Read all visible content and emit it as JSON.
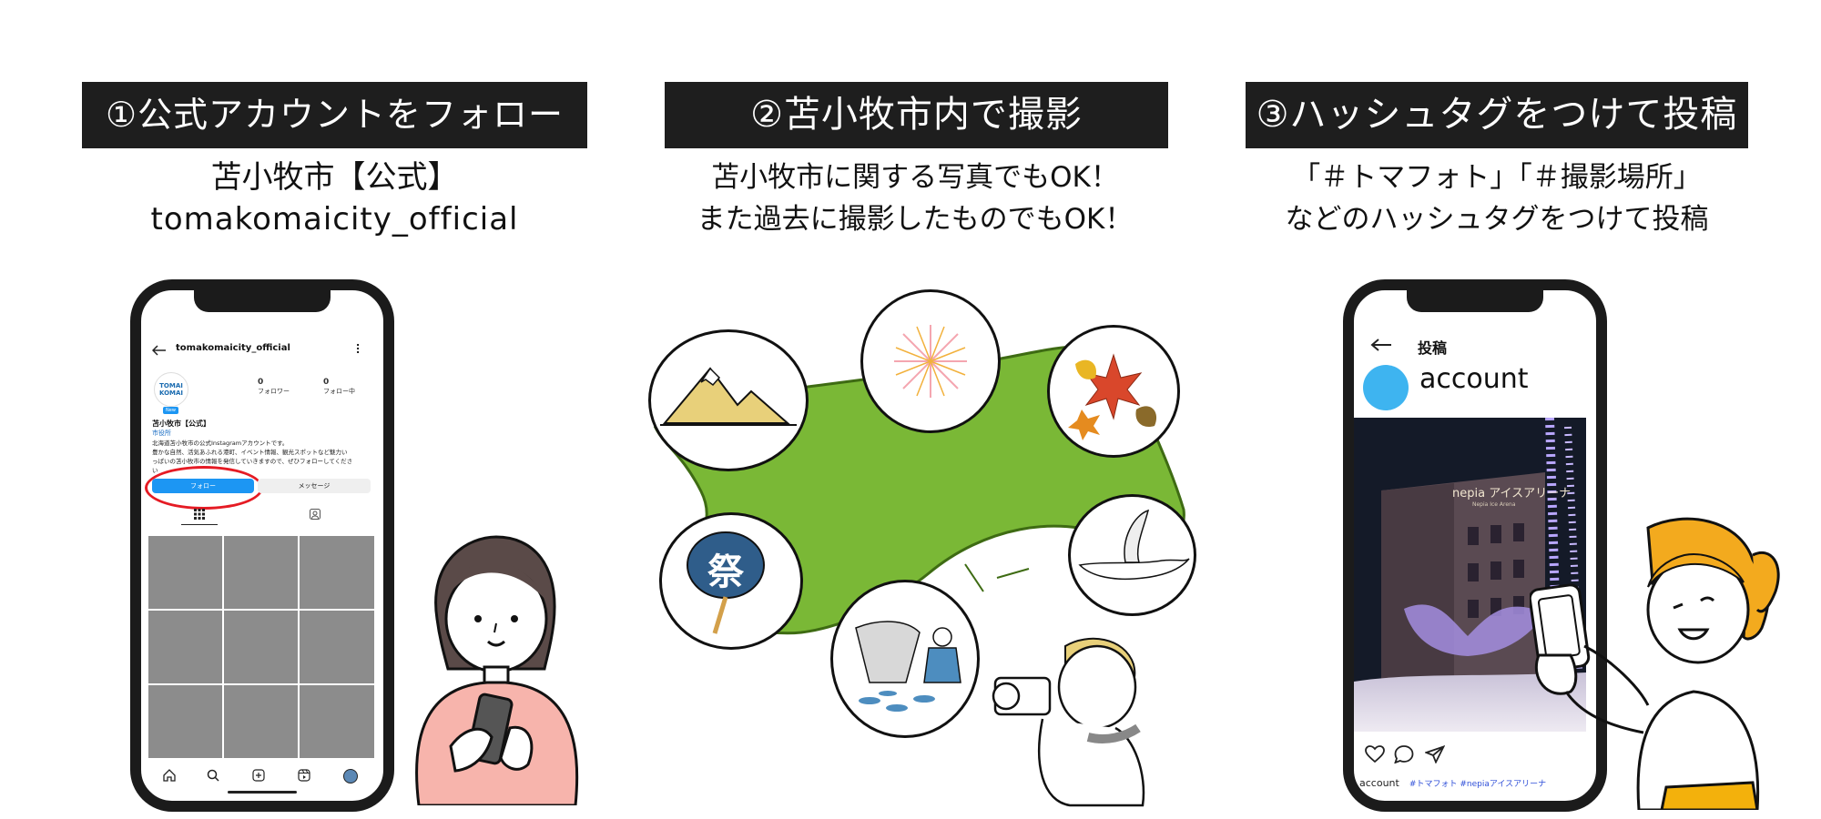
{
  "step1": {
    "banner": "①公式アカウントをフォロー",
    "caption_line1": "苫小牧市【公式】",
    "caption_line2": "tomakomaicity_official",
    "phone": {
      "back_icon": "arrow-left-icon",
      "username": "tomakomaicity_official",
      "more_icon": "more-vertical-icon",
      "avatar_text_line1": "TOMAI",
      "avatar_text_line2": "KOMAI",
      "new_badge": "New",
      "stats": [
        {
          "count": "0",
          "label": "フォロワー"
        },
        {
          "count": "0",
          "label": "フォロー中"
        }
      ],
      "display_name": "苫小牧市【公式】",
      "category": "市役所",
      "bio_lines": [
        "北海道苫小牧市の公式Instagramアカウントです。",
        "豊かな自然、活気あふれる港町、イベント情報、観光スポットなど魅力い",
        "っぱいの苫小牧市の情報を発信していきますので、ぜひフォローしてくださ",
        "い"
      ],
      "follow_button": "フォロー",
      "message_button": "メッセージ",
      "tab_grid_icon": "grid-icon",
      "tab_tagged_icon": "tagged-person-icon",
      "nav_icons": [
        "home-icon",
        "search-icon",
        "add-icon",
        "reels-icon",
        "profile-icon"
      ]
    }
  },
  "step2": {
    "banner": "②苫小牧市内で撮影",
    "caption_line1": "苫小牧市に関する写真でもOK！",
    "caption_line2": "また過去に撮影したものでもOK！",
    "festival_fan_text": "祭",
    "scenes": [
      "mountain-icon",
      "fireworks-icon",
      "autumn-leaves-icon",
      "festival-fan-icon",
      "fishing-icon",
      "swan-icon"
    ]
  },
  "step3": {
    "banner": "③ハッシュタグをつけて投稿",
    "caption_line1": "「＃トマフォト」「＃撮影場所」",
    "caption_line2": "などのハッシュタグをつけて投稿",
    "phone": {
      "back_icon": "arrow-left-icon",
      "header_title": "投稿",
      "account_name": "account",
      "photo_sign": "nepia アイスアリーナ",
      "photo_sign_sub": "Nepia Ice Arena",
      "action_icons": [
        "heart-icon",
        "comment-icon",
        "share-icon"
      ],
      "caption_account": "account",
      "hashtags": "#トマフォト  #nepiaアイスアリーナ"
    }
  },
  "colors": {
    "banner_bg": "#1e1e1e",
    "follow_blue": "#1c96f3",
    "highlight_red": "#e51b24",
    "map_green": "#7ab836",
    "avatar_blue": "#3eb4f0",
    "hashtag_blue": "#2f4fd8"
  }
}
